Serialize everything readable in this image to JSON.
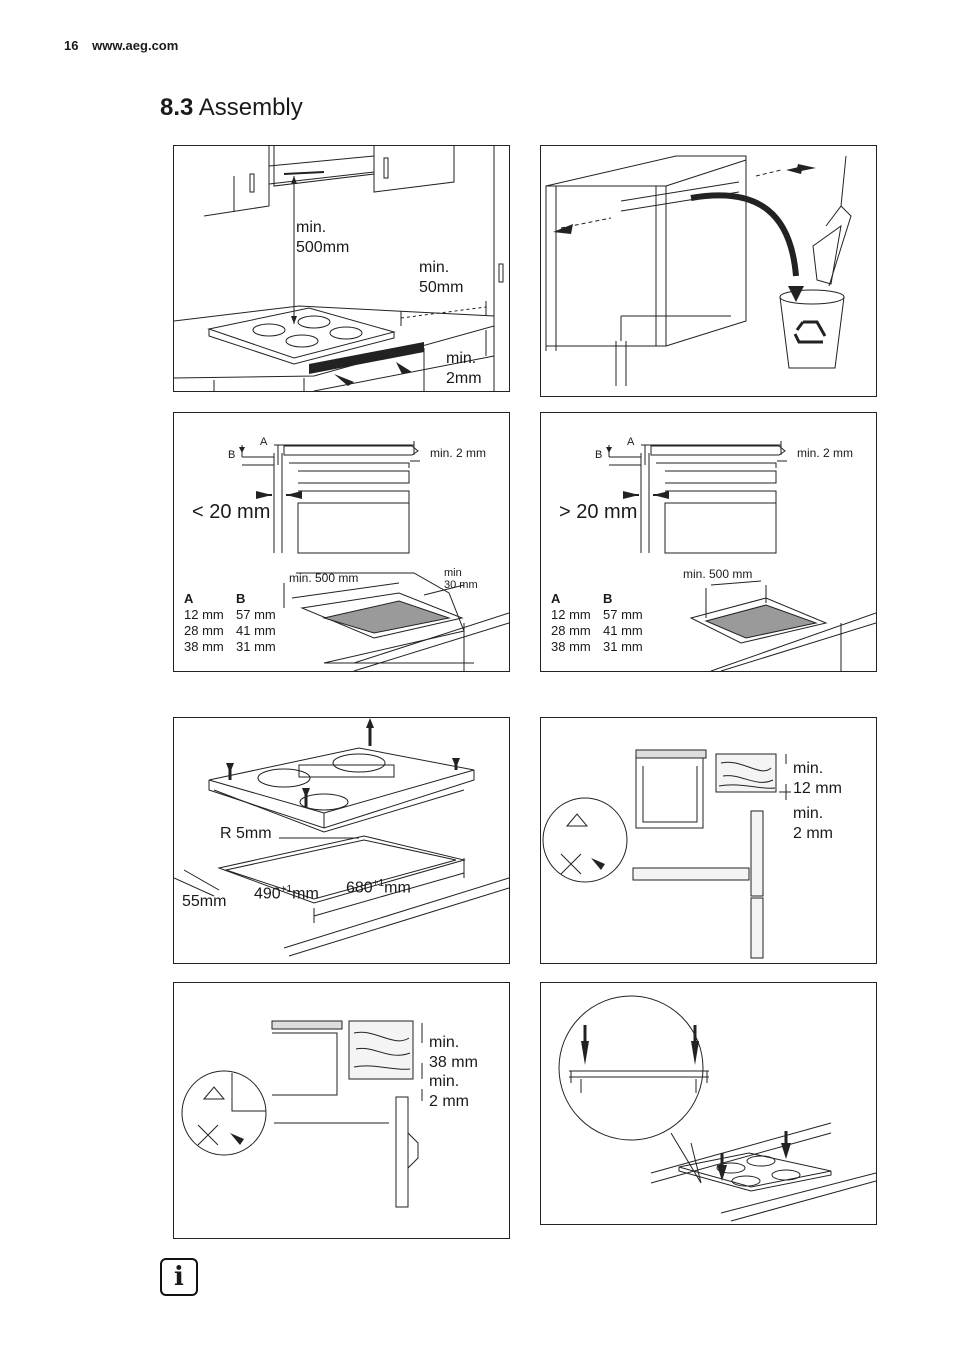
{
  "header": {
    "page_number": "16",
    "url": "www.aeg.com"
  },
  "section": {
    "number": "8.3",
    "title": "Assembly"
  },
  "panel1": {
    "min_500": "min.\n500mm",
    "min_50": "min.\n50mm",
    "min_2": "min.\n2mm"
  },
  "panel2": {
    "icon": "recycle-bin-icon"
  },
  "panel3": {
    "a": "A",
    "b": "B",
    "min_2": "min. 2 mm",
    "gap": "< 20 mm",
    "min_500": "min. 500 mm",
    "min_30": "min\n30 mm",
    "table": {
      "headers": [
        "A",
        "B"
      ],
      "rows": [
        [
          "12 mm",
          "57 mm"
        ],
        [
          "28 mm",
          "41 mm"
        ],
        [
          "38 mm",
          "31 mm"
        ]
      ]
    }
  },
  "panel4": {
    "a": "A",
    "b": "B",
    "min_2": "min. 2 mm",
    "gap": "> 20 mm",
    "min_500": "min. 500 mm",
    "table": {
      "headers": [
        "A",
        "B"
      ],
      "rows": [
        [
          "12 mm",
          "57 mm"
        ],
        [
          "28 mm",
          "41 mm"
        ],
        [
          "38 mm",
          "31 mm"
        ]
      ]
    }
  },
  "panel5": {
    "radius": "R 5mm",
    "depth": "490",
    "depth_tol": "+1",
    "width": "680",
    "width_tol": "+1",
    "unit": "mm",
    "edge": "55mm"
  },
  "panel6": {
    "min_12": "min.\n12 mm",
    "min_2": "min.\n2 mm"
  },
  "panel7": {
    "min_38": "min.\n38 mm",
    "min_2": "min.\n2 mm"
  },
  "info_icon": "i"
}
